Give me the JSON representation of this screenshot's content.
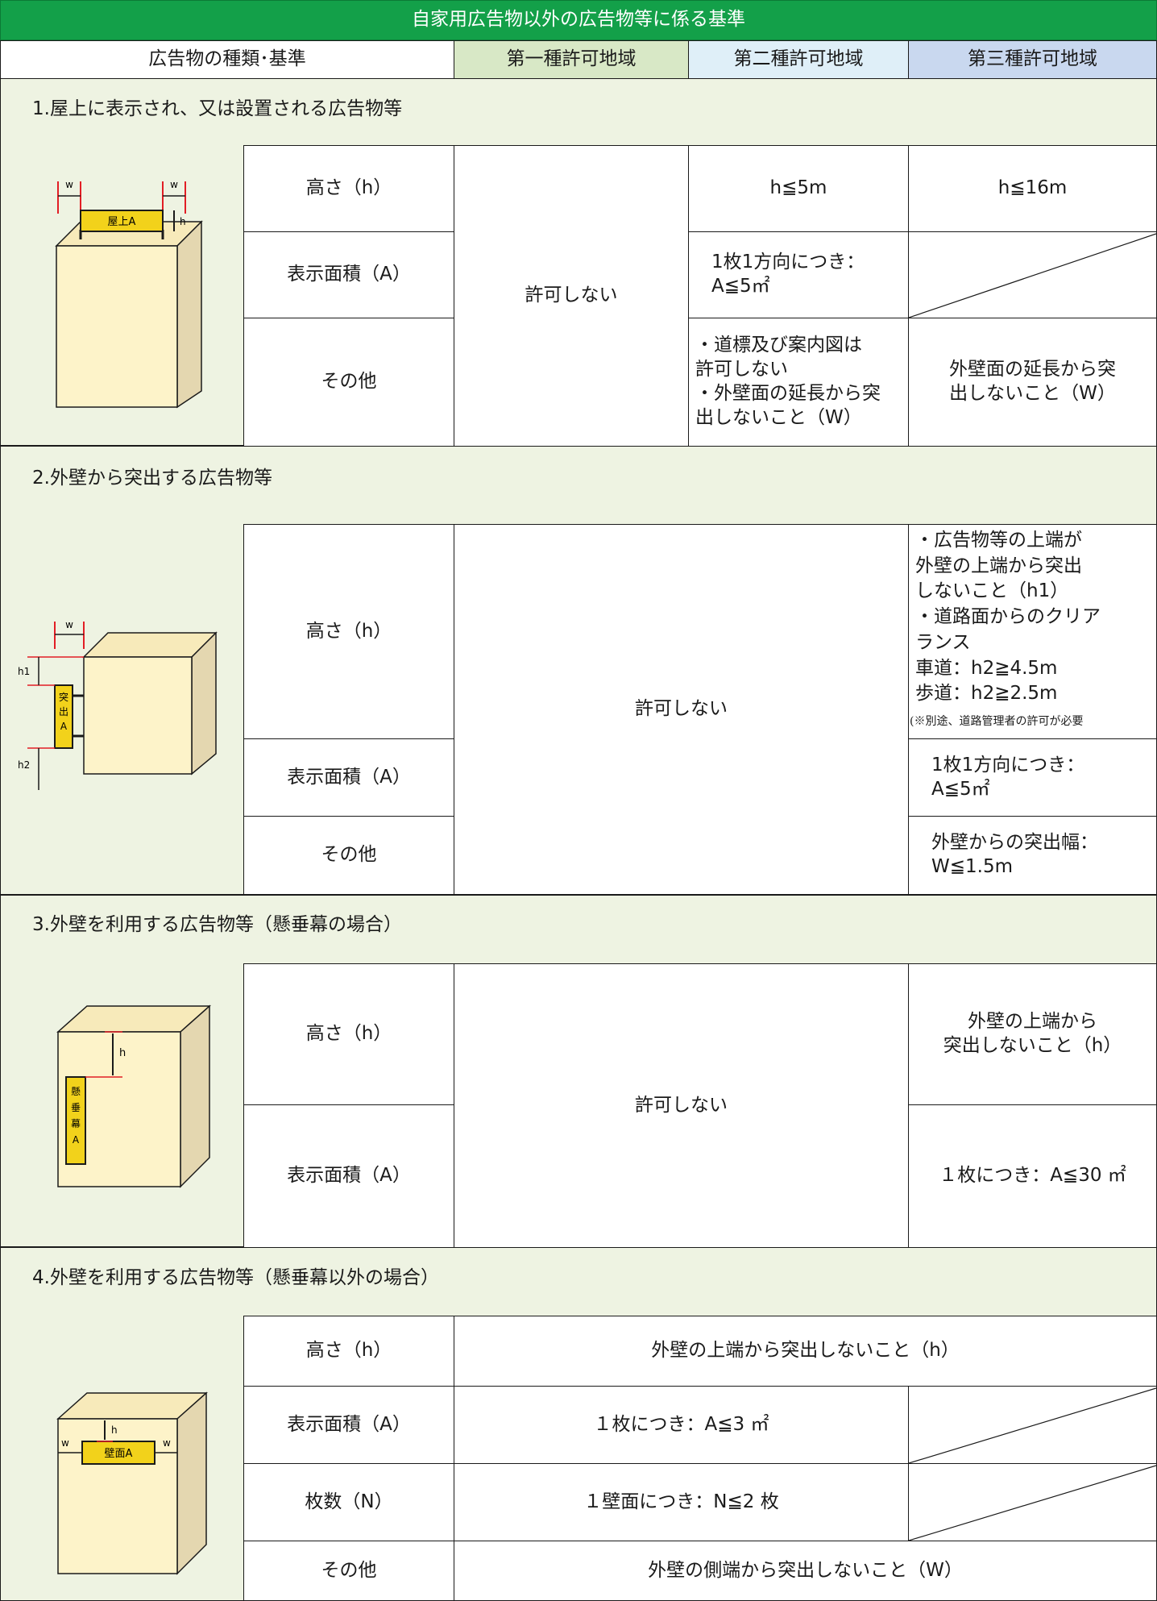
{
  "title": "自家用広告物以外の広告物等に係る基準",
  "header": {
    "col0": "広告物の種類･基準",
    "col1": "第一種許可地域",
    "col2": "第二種許可地域",
    "col3": "第三種許可地域"
  },
  "colors": {
    "title_bar": "#13a049",
    "col1": "#d8e8c6",
    "col2": "#dfeff8",
    "col3": "#c9d8ef",
    "section": "#eef3e2",
    "building": "#fdf3c9",
    "sign": "#f2d21b",
    "marker": "#e21e25"
  },
  "sections": {
    "s1": {
      "title": "1.屋上に表示され、又は設置される広告物等",
      "fig": {
        "sign": "屋上A",
        "w": "w",
        "h": "h"
      },
      "rows": {
        "height": "高さ（h）",
        "area": "表示面積（A）",
        "other": "その他"
      },
      "col1": "許可しない",
      "col2_height": "h≦5m",
      "col2_area": "1枚1方向につき：\nA≦5㎡",
      "col2_other": "・道標及び案内図は\n 許可しない\n・外壁面の延長から突\n 出しないこと（W）",
      "col3_height": "h≦16m",
      "col3_other": "外壁面の延長から突\n出しないこと（W）"
    },
    "s2": {
      "title": "2.外壁から突出する広告物等",
      "fig": {
        "sign": "突\n出\nA",
        "w": "w",
        "h1": "h1",
        "h2": "h2"
      },
      "rows": {
        "height": "高さ（h）",
        "area": "表示面積（A）",
        "other": "その他"
      },
      "col12": "許可しない",
      "col3_height": "・広告物等の上端が\n 外壁の上端から突出\n しないこと（h1）\n・道路面からのクリア\n ランス\n 車道：h2≧4.5m\n 歩道：h2≧2.5m",
      "col3_note": "(※別途、道路管理者の許可が必要",
      "col3_area": "1枚1方向につき：\nA≦5㎡",
      "col3_other": "外壁からの突出幅：\nW≦1.5m"
    },
    "s3": {
      "title": "3.外壁を利用する広告物等（懸垂幕の場合）",
      "fig": {
        "sign": "懸\n垂\n幕\nA",
        "h": "h"
      },
      "rows": {
        "height": "高さ（h）",
        "area": "表示面積（A）"
      },
      "col12": "許可しない",
      "col3_height": "外壁の上端から\n突出しないこと（h）",
      "col3_area": "１枚につき：A≦30 ㎡"
    },
    "s4": {
      "title": "4.外壁を利用する広告物等（懸垂幕以外の場合）",
      "fig": {
        "sign": "壁面A",
        "w": "w",
        "h": "h"
      },
      "rows": {
        "height": "高さ（h）",
        "area": "表示面積（A）",
        "count": "枚数（N）",
        "other": "その他"
      },
      "height_all": "外壁の上端から突出しないこと（h）",
      "area_12": "１枚につき：A≦3 ㎡",
      "count_12": "１壁面につき：N≦2 枚",
      "other_all": "外壁の側端から突出しないこと（W）"
    }
  }
}
